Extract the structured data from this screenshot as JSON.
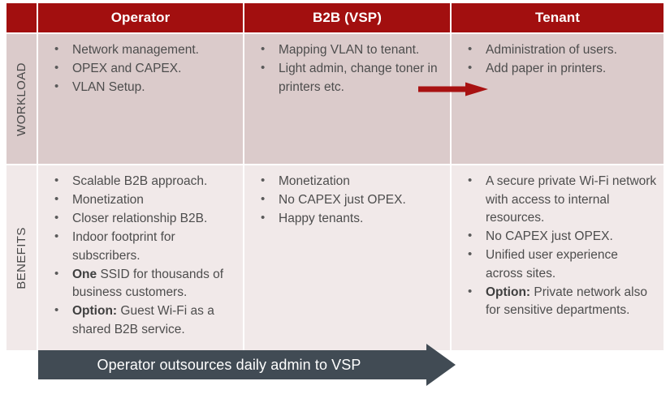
{
  "colors": {
    "header_red": "#A20F0F",
    "workload_bg": "#DBCBCB",
    "benefits_bg": "#F1E9E9",
    "banner_gray": "#414B54",
    "arrow_red": "#A81212",
    "text_gray": "#4D4D4D"
  },
  "table": {
    "headers": {
      "corner": "",
      "operator": "Operator",
      "b2b": "B2B (VSP)",
      "tenant": "Tenant"
    },
    "rows": [
      {
        "label": "WORKLOAD",
        "operator": [
          "Network management.",
          "OPEX and CAPEX.",
          "VLAN Setup."
        ],
        "b2b": [
          "Mapping VLAN to tenant.",
          "Light admin, change toner in printers etc."
        ],
        "tenant": [
          "Administration of users.",
          "Add paper in printers."
        ]
      },
      {
        "label": "BENEFITS",
        "operator": [
          "Scalable B2B approach.",
          "Monetization",
          "Closer relationship B2B.",
          "Indoor footprint for subscribers.",
          "<b>One</b> SSID for thousands of business customers.",
          "<b>Option:</b> Guest Wi-Fi as a shared B2B service."
        ],
        "b2b": [
          "Monetization",
          "No CAPEX just OPEX.",
          "Happy tenants."
        ],
        "tenant": [
          "A secure private Wi-Fi network with access to internal resources.",
          "No CAPEX just OPEX.",
          "Unified user experience across sites.",
          "<b>Option:</b> Private network also for sensitive departments."
        ]
      }
    ]
  },
  "banner": {
    "text": "Operator outsources daily admin to VSP"
  },
  "annotations": {
    "workload_flow_arrow": "right-arrow-icon"
  }
}
